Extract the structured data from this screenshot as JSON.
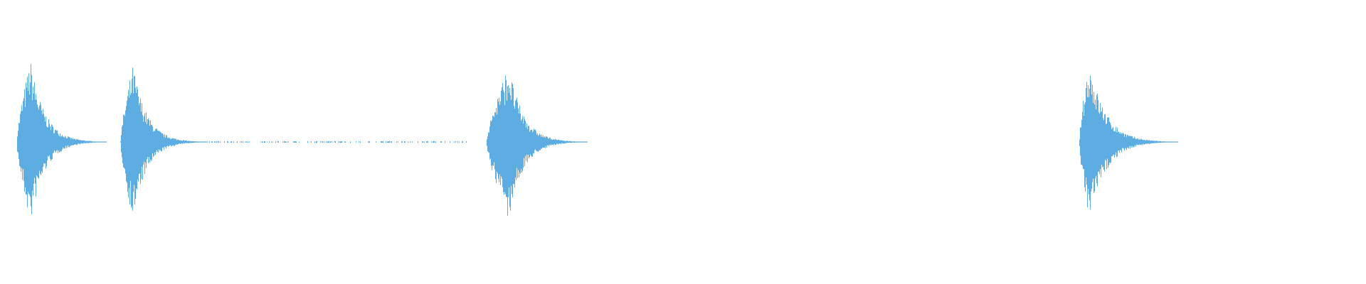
{
  "waveform": {
    "color": "#5dade2",
    "background": "#ffffff",
    "bursts": [
      {
        "start": 0.012,
        "peak": 0.022,
        "end": 0.078,
        "amplitude": 0.95
      },
      {
        "start": 0.088,
        "peak": 0.097,
        "end": 0.152,
        "amplitude": 0.9
      },
      {
        "start": 0.356,
        "peak": 0.372,
        "end": 0.43,
        "amplitude": 0.9
      },
      {
        "start": 0.79,
        "peak": 0.797,
        "end": 0.862,
        "amplitude": 0.95
      }
    ],
    "noise_segments": [
      {
        "start": 0.152,
        "end": 0.342,
        "amplitude": 0.01
      }
    ]
  }
}
